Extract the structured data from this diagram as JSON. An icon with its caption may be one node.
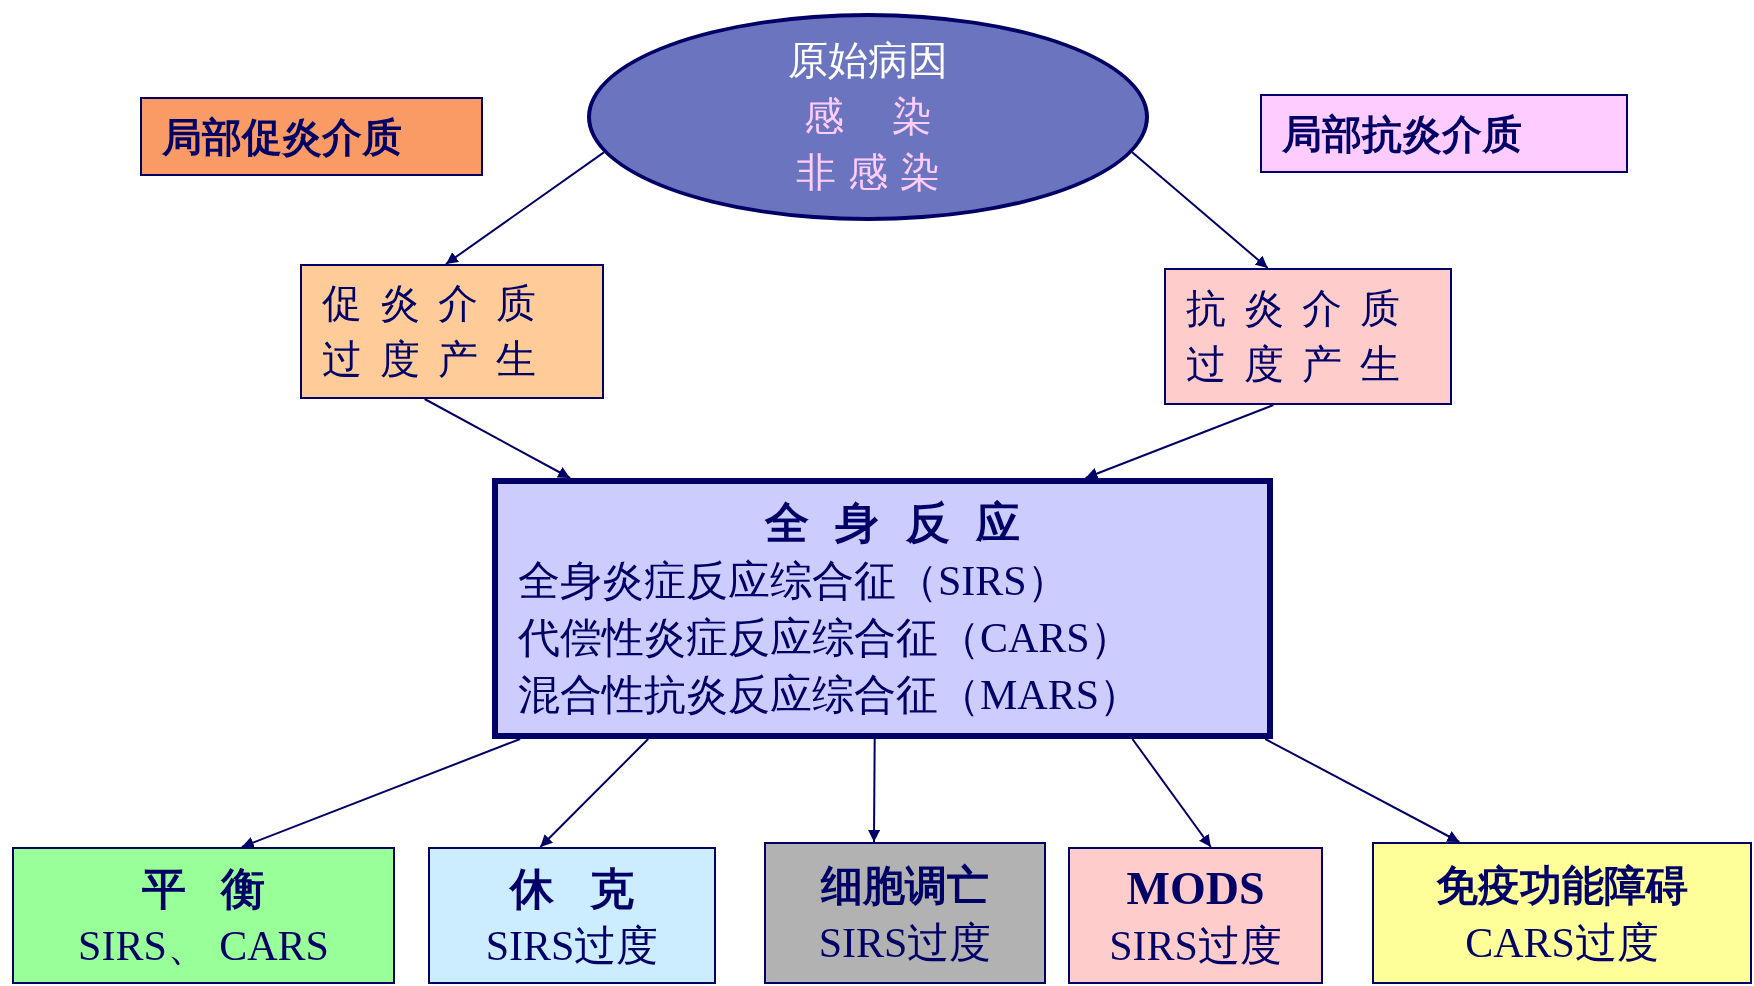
{
  "diagram": {
    "nodes": [
      {
        "text": [
          "原始病因",
          "感染",
          "非感染"
        ]
      },
      {
        "text": [
          "局部促炎介质"
        ]
      },
      {
        "text": [
          "局部抗炎介质"
        ]
      },
      {
        "text": [
          "促炎介质过度产生"
        ]
      },
      {
        "text": [
          "抗炎介质过度产生"
        ]
      },
      {
        "text": [
          "全身反应",
          "全身炎症反应综合征（SIRS）",
          "代偿性炎症反应综合征（CARS）",
          "混合性抗炎反应综合征（MARS）"
        ]
      },
      {
        "text": [
          "平衡",
          "SIRS、 CARS"
        ]
      },
      {
        "text": [
          "休克",
          "SIRS过度"
        ]
      },
      {
        "text": [
          "细胞调亡",
          "SIRS过度"
        ]
      },
      {
        "text": [
          "MODS",
          "SIRS过度"
        ]
      },
      {
        "text": [
          "免疫功能障碍",
          "CARS过度"
        ]
      }
    ],
    "edges": [
      {
        "from": 0,
        "to": 3,
        "arrow": "to"
      },
      {
        "from": 0,
        "to": 4,
        "arrow": "to"
      },
      {
        "from": 3,
        "to": 5,
        "arrow": "to"
      },
      {
        "from": 4,
        "to": 5,
        "arrow": "to"
      },
      {
        "from": 5,
        "to": 6,
        "arrow": "to"
      },
      {
        "from": 5,
        "to": 7,
        "arrow": "to"
      },
      {
        "from": 5,
        "to": 8,
        "arrow": "to"
      },
      {
        "from": 5,
        "to": 9,
        "arrow": "to"
      },
      {
        "from": 5,
        "to": 10,
        "arrow": "to"
      }
    ]
  }
}
